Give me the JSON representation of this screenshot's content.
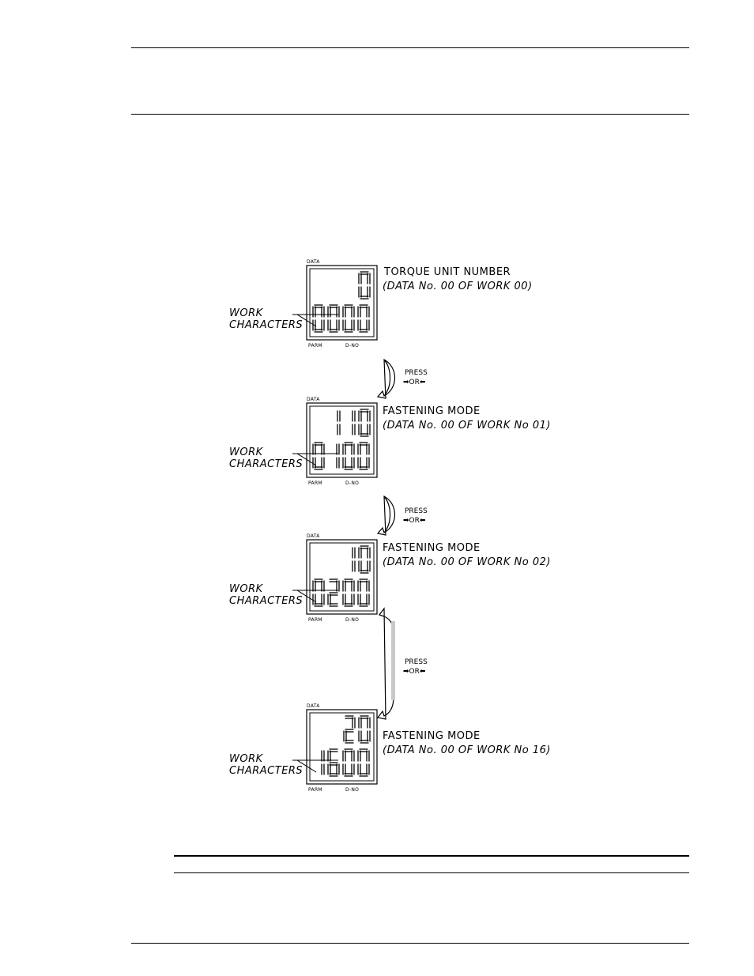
{
  "panels": [
    {
      "id": "p1",
      "header": "DATA",
      "top_value": "0",
      "bottom_digits": [
        "0",
        "0",
        "0",
        "0"
      ],
      "footer_left": "PARM",
      "footer_right": "D-NO",
      "title": "TORQUE UNIT NUMBER",
      "subtitle": "(DATA No. 00 OF WORK 00)",
      "callout": [
        "WORK",
        "CHARACTERS"
      ]
    },
    {
      "id": "p2",
      "header": "DATA",
      "top_value": "110",
      "bottom_digits": [
        "0",
        "1",
        "0",
        "0"
      ],
      "footer_left": "PARM",
      "footer_right": "D-NO",
      "title": "FASTENING MODE",
      "subtitle": "(DATA No. 00 OF WORK No 01)",
      "callout": [
        "WORK",
        "CHARACTERS"
      ]
    },
    {
      "id": "p3",
      "header": "DATA",
      "top_value": "10",
      "bottom_digits": [
        "0",
        "2",
        "0",
        "0"
      ],
      "footer_left": "PARM",
      "footer_right": "D-NO",
      "title": "FASTENING MODE",
      "subtitle": "(DATA No. 00 OF WORK No 02)",
      "callout": [
        "WORK",
        "CHARACTERS"
      ]
    },
    {
      "id": "p4",
      "header": "DATA",
      "top_value": "20",
      "bottom_digits": [
        "1",
        "6",
        "0",
        "0"
      ],
      "footer_left": "PARM",
      "footer_right": "D-NO",
      "title": "FASTENING MODE",
      "subtitle": "(DATA No. 00 OF WORK No 16)",
      "callout": [
        "WORK",
        "CHARACTERS"
      ]
    }
  ],
  "transitions": [
    {
      "id": "t1",
      "press": "PRESS",
      "keys": "➡OR⬅"
    },
    {
      "id": "t2",
      "press": "PRESS",
      "keys": "➡OR⬅"
    },
    {
      "id": "t3",
      "press": "PRESS",
      "keys": "➡OR⬅"
    }
  ]
}
